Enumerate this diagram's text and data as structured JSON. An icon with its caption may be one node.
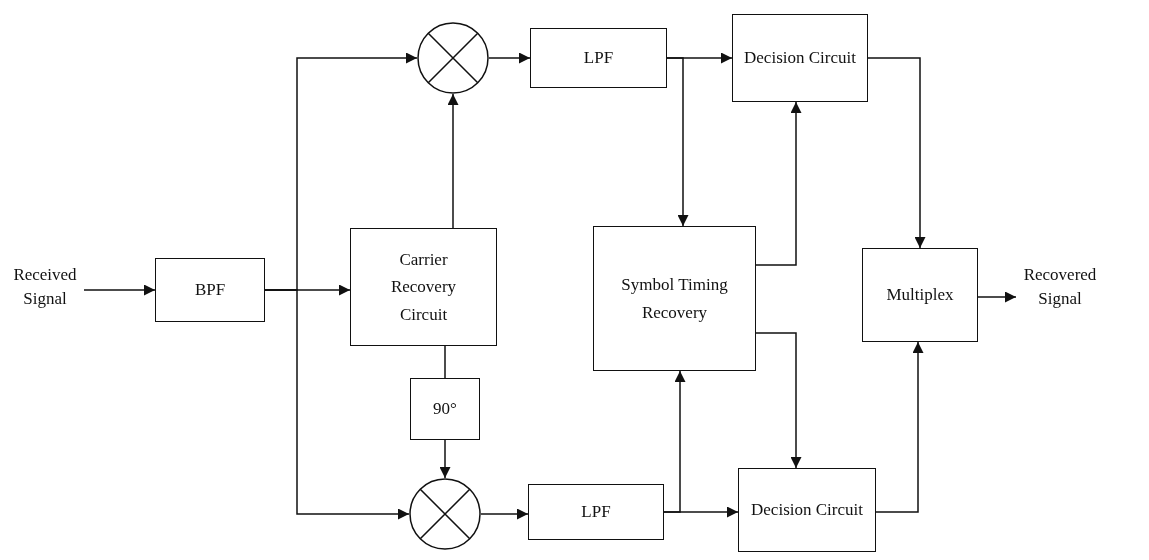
{
  "diagram": {
    "nodes": [
      {
        "text": [
          "Received Signal"
        ]
      },
      {
        "text": [
          "BPF"
        ]
      },
      {
        "text": [],
        "shape": "circle"
      },
      {
        "text": [
          "Carrier Recovery Circuit"
        ]
      },
      {
        "text": [
          "90°"
        ]
      },
      {
        "text": [],
        "shape": "circle"
      },
      {
        "text": [
          "LPF"
        ]
      },
      {
        "text": [
          "LPF"
        ]
      },
      {
        "text": [
          "Decision Circuit"
        ]
      },
      {
        "text": [
          "Symbol Timing Recovery"
        ]
      },
      {
        "text": [
          "Decision Circuit"
        ]
      },
      {
        "text": [
          "Multiplex"
        ]
      },
      {
        "text": [
          "Recovered Signal"
        ]
      }
    ],
    "edges": [
      {
        "from": 0,
        "to": 1,
        "arrow": "to"
      },
      {
        "from": 1,
        "to": 3,
        "arrow": "to"
      },
      {
        "from": 1,
        "to": 2,
        "arrow": "to"
      },
      {
        "from": 1,
        "to": 5,
        "arrow": "to"
      },
      {
        "from": 3,
        "to": 2,
        "arrow": "to"
      },
      {
        "from": 3,
        "to": 4,
        "arrow": "none"
      },
      {
        "from": 4,
        "to": 5,
        "arrow": "to"
      },
      {
        "from": 2,
        "to": 6,
        "arrow": "to"
      },
      {
        "from": 5,
        "to": 7,
        "arrow": "to"
      },
      {
        "from": 6,
        "to": 8,
        "arrow": "to"
      },
      {
        "from": 6,
        "to": 9,
        "arrow": "to"
      },
      {
        "from": 7,
        "to": 10,
        "arrow": "to"
      },
      {
        "from": 7,
        "to": 9,
        "arrow": "to"
      },
      {
        "from": 9,
        "to": 8,
        "arrow": "to"
      },
      {
        "from": 9,
        "to": 10,
        "arrow": "to"
      },
      {
        "from": 8,
        "to": 11,
        "arrow": "to"
      },
      {
        "from": 10,
        "to": 11,
        "arrow": "to"
      },
      {
        "from": 11,
        "to": 12,
        "arrow": "to"
      }
    ]
  }
}
